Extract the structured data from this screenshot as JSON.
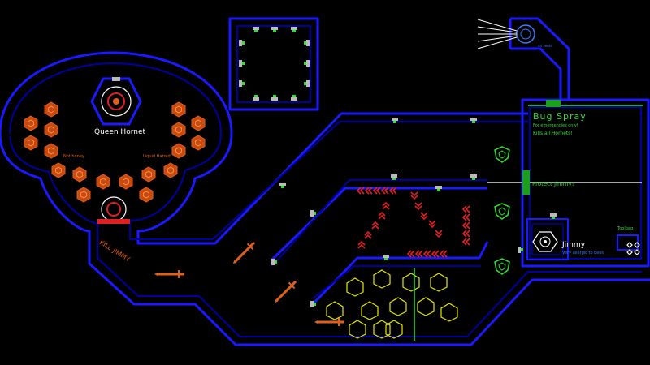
{
  "labels": {
    "queen_hornet": "Queen Hornet",
    "not_honey": "Not honey",
    "liquid_hatred": "Liquid Hatred",
    "kill_jimmy": "KILL JIMMY",
    "bug_spray_title": "Bug Spray",
    "bug_spray_line1": "For emergencies only!",
    "bug_spray_line2": "Kills all Hornets!",
    "protect_jimmy": "Protect Jimmy!",
    "jimmy": "Jimmy",
    "jimmy_sub": "Very allergic to bees",
    "toolbag": "Toolbag",
    "air_vents": "air vents"
  },
  "colors": {
    "wall_outer": "#1a1aff",
    "wall_inner": "#0000a0",
    "orange": "#e0601a",
    "hive_cell": "#c84a10",
    "green": "#33dd33",
    "yellow": "#e8e800",
    "red": "#e02020",
    "white": "#ffffff"
  },
  "entities": {
    "honeycomb_cells": 18,
    "yellow_hexes": 12,
    "swords": 4,
    "green_shields": 3,
    "red_chevron_groups": 6
  }
}
